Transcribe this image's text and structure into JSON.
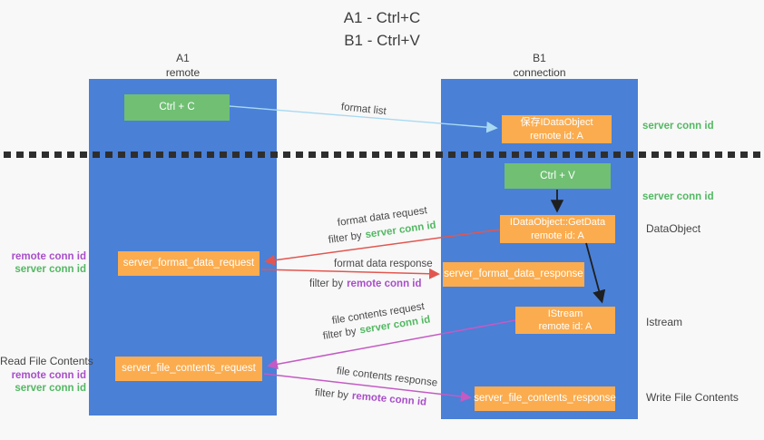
{
  "title": {
    "line1": "A1 - Ctrl+C",
    "line2": "B1 - Ctrl+V"
  },
  "columns": {
    "left": {
      "header_line1": "A1",
      "header_line2": "remote"
    },
    "right": {
      "header_line1": "B1",
      "header_line2": "connection"
    }
  },
  "nodes": {
    "ctrl_c": {
      "label": "Ctrl + C"
    },
    "ctrl_v": {
      "label": "Ctrl + V"
    },
    "save_idataobject": {
      "line1": "保存IDataObject",
      "line2": "remote id: A"
    },
    "getdata": {
      "line1": "IDataObject::GetData",
      "line2": "remote id: A"
    },
    "istream": {
      "line1": "IStream",
      "line2": "remote id: A"
    },
    "format_request": {
      "label": "server_format_data_request"
    },
    "format_response": {
      "label": "server_format_data_response"
    },
    "file_request": {
      "label": "server_file_contents_request"
    },
    "file_response": {
      "label": "server_file_contents_response"
    }
  },
  "labels": {
    "format_list": "format list",
    "format_data_request": "format data request",
    "format_data_response": "format data response",
    "file_contents_request": "file contents request",
    "file_contents_response": "file contents response",
    "filter_by": "filter by",
    "server_conn_id": "server conn id",
    "remote_conn_id": "remote conn id",
    "dataobject": "DataObject",
    "istream_side": "Istream",
    "read_file_contents": "Read File Contents",
    "write_file_contents": "Write File Contents"
  },
  "colors": {
    "background": "#f8f8f8",
    "column_blue": "#4a80d6",
    "node_green": "#70bf73",
    "node_orange": "#fbac4e",
    "arrow_red": "#e25650",
    "arrow_magenta": "#c45ac4",
    "arrow_light_blue": "#a8d9f2",
    "arrow_black": "#1f1f1f",
    "text_green": "#53b863",
    "text_purple": "#a94ec9",
    "text_dark": "#3d3d3d",
    "cutline_dark": "#2e2e2e"
  }
}
